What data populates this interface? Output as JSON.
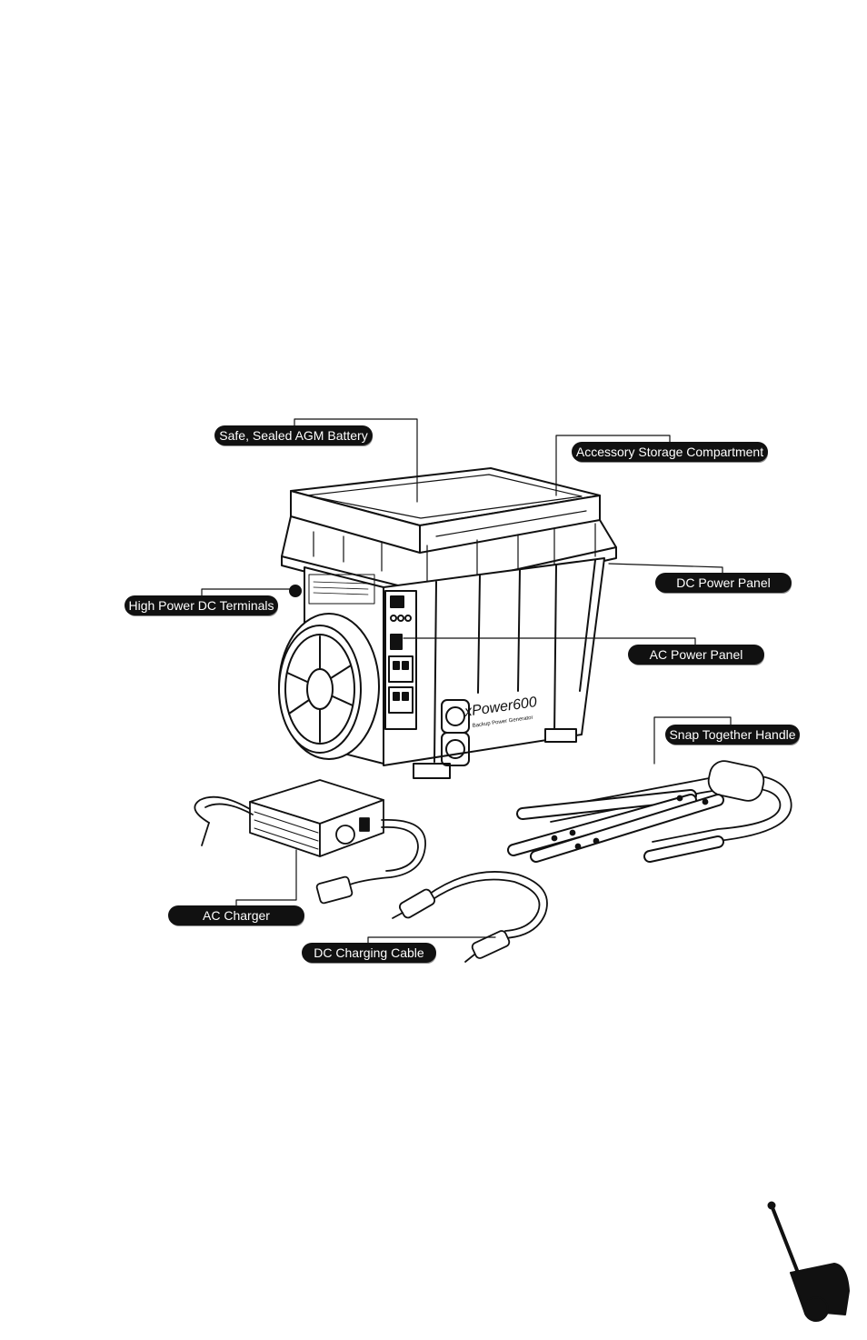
{
  "callouts": {
    "battery": "Safe, Sealed AGM Battery",
    "storage": "Accessory Storage Compartment",
    "dc_panel": "DC Power Panel",
    "dc_terminals": "High Power DC Terminals",
    "ac_panel": "AC Power Panel",
    "handle": "Snap Together Handle",
    "ac_charger": "AC Charger",
    "dc_cable": "DC Charging Cable"
  },
  "product": {
    "brand": "xPower600",
    "subtitle": "Backup Power Generator"
  },
  "colors": {
    "ink": "#111111",
    "label_bg": "#111111",
    "label_text": "#ffffff",
    "paper": "#ffffff"
  },
  "icons": {
    "corner": "cart-icon"
  }
}
